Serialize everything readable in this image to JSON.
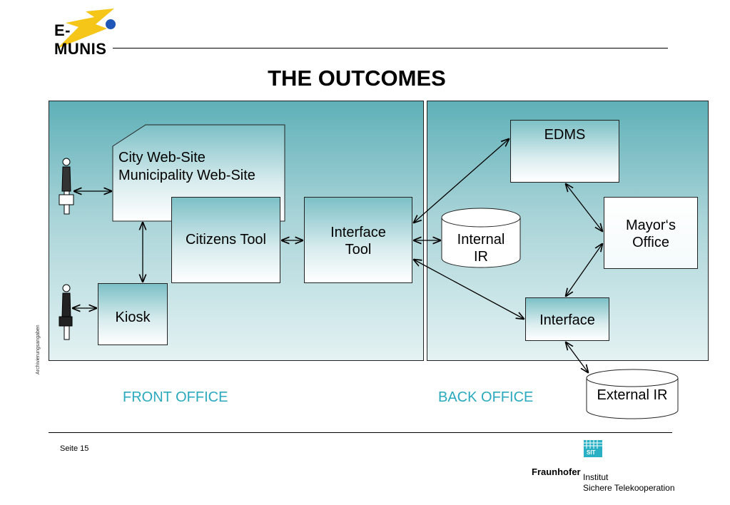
{
  "header": {
    "logo_text": "E-MUNIS",
    "title": "THE OUTCOMES"
  },
  "diagram": {
    "front_office_label": "FRONT OFFICE",
    "back_office_label": "BACK OFFICE",
    "nodes": {
      "website_line1": "City Web-Site",
      "website_line2": "Municipality Web-Site",
      "citizens_tool": "Citizens Tool",
      "interface_tool_line1": "Interface",
      "interface_tool_line2": "Tool",
      "kiosk": "Kiosk",
      "edms": "EDMS",
      "internal_ir_line1": "Internal",
      "internal_ir_line2": "IR",
      "mayors_office_line1": "Mayor‘s",
      "mayors_office_line2": "Office",
      "interface": "Interface",
      "external_ir": "External IR"
    },
    "colors": {
      "panel_top": "#5fb0b8",
      "panel_bottom": "#e4f2f3",
      "office_label": "#2aa9bf"
    }
  },
  "footer": {
    "page": "Seite 15",
    "side_note": "Archivierungsangaben",
    "org": "Fraunhofer",
    "institute_line1": "Institut",
    "institute_line2": "Sichere Telekooperation",
    "badge": "SIT"
  }
}
